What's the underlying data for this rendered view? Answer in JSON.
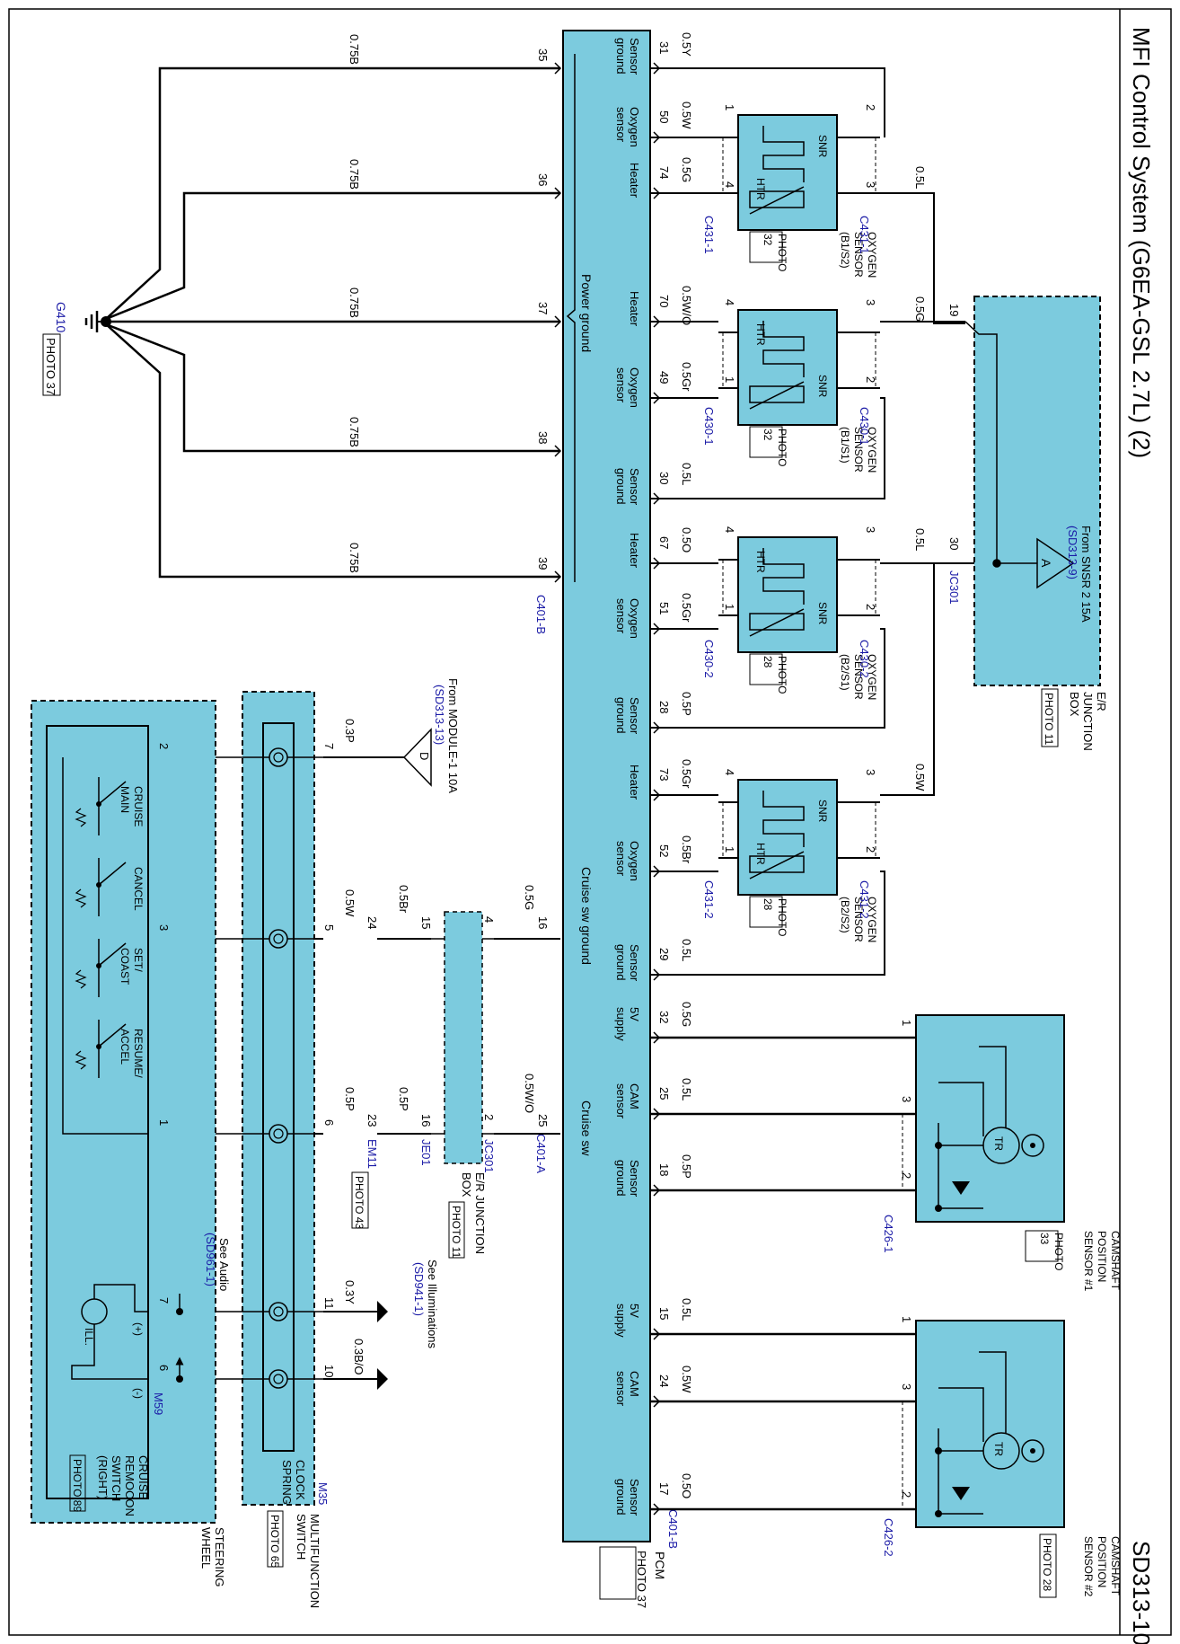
{
  "header": {
    "title": "MFI Control System (G6EA-GSL 2.7L) (2)",
    "code": "SD313-10"
  },
  "pcm": {
    "name": "PCM",
    "photo": "PHOTO 37",
    "power_ground": "Power ground",
    "cruise_sw_ground": "Cruise sw ground",
    "cruise_sw": "Cruise sw"
  },
  "connectors": {
    "c401b": "C401-B",
    "c401a": "C401-A",
    "c431_1": "C431-1",
    "c430_1": "C430-1",
    "c430_2": "C430-2",
    "c431_2": "C431-2",
    "c426_1": "C426-1",
    "c426_2": "C426-2",
    "jc301": "JC301",
    "je01": "JE01",
    "em11": "EM11",
    "m35": "M35",
    "m59": "M59"
  },
  "ground": {
    "name": "G410",
    "photo": "PHOTO 37"
  },
  "ground_wires": [
    {
      "pin": "35",
      "wire": "0.75B"
    },
    {
      "pin": "36",
      "wire": "0.75B"
    },
    {
      "pin": "37",
      "wire": "0.75B"
    },
    {
      "pin": "38",
      "wire": "0.75B"
    },
    {
      "pin": "39",
      "wire": "0.75B"
    }
  ],
  "pcm_pins": [
    {
      "pin": "31",
      "func": [
        "Sensor",
        "ground"
      ],
      "wire": "0.5Y"
    },
    {
      "pin": "50",
      "func": [
        "Oxygen",
        "sensor"
      ],
      "wire": "0.5W"
    },
    {
      "pin": "74",
      "func": [
        "Heater"
      ],
      "wire": "0.5G"
    },
    {
      "pin": "70",
      "func": [
        "Heater"
      ],
      "wire": "0.5W/O"
    },
    {
      "pin": "49",
      "func": [
        "Oxygen",
        "sensor"
      ],
      "wire": "0.5Gr"
    },
    {
      "pin": "30",
      "func": [
        "Sensor",
        "ground"
      ],
      "wire": "0.5L"
    },
    {
      "pin": "67",
      "func": [
        "Heater"
      ],
      "wire": "0.5O"
    },
    {
      "pin": "51",
      "func": [
        "Oxygen",
        "sensor"
      ],
      "wire": "0.5Gr"
    },
    {
      "pin": "28",
      "func": [
        "Sensor",
        "ground"
      ],
      "wire": "0.5P"
    },
    {
      "pin": "73",
      "func": [
        "Heater"
      ],
      "wire": "0.5Gr"
    },
    {
      "pin": "52",
      "func": [
        "Oxygen",
        "sensor"
      ],
      "wire": "0.5Br"
    },
    {
      "pin": "29",
      "func": [
        "Sensor",
        "ground"
      ],
      "wire": "0.5L"
    },
    {
      "pin": "32",
      "func": [
        "5V",
        "supply"
      ],
      "wire": "0.5G"
    },
    {
      "pin": "25",
      "func": [
        "CAM",
        "sensor"
      ],
      "wire": "0.5L"
    },
    {
      "pin": "18",
      "func": [
        "Sensor",
        "ground"
      ],
      "wire": "0.5P"
    },
    {
      "pin": "15",
      "func": [
        "5V",
        "supply"
      ],
      "wire": "0.5L"
    },
    {
      "pin": "24",
      "func": [
        "CAM",
        "sensor"
      ],
      "wire": "0.5W"
    },
    {
      "pin": "17",
      "func": [
        "Sensor",
        "ground"
      ],
      "wire": "0.5O"
    }
  ],
  "oxygen_sensors": [
    {
      "label": [
        "OXYGEN",
        "SENSOR",
        "(B1/S2)"
      ],
      "photo": [
        "PHOTO",
        "32"
      ],
      "top_pins": [
        "2",
        "3"
      ],
      "bottom_pins": [
        "1",
        "4"
      ]
    },
    {
      "label": [
        "OXYGEN",
        "SENSOR",
        "(B1/S1)"
      ],
      "photo": [
        "PHOTO",
        "32"
      ],
      "top_pins": [
        "3",
        "2"
      ],
      "bottom_pins": [
        "4",
        "1"
      ]
    },
    {
      "label": [
        "OXYGEN",
        "SENSOR",
        "(B2/S1)"
      ],
      "photo": [
        "PHOTO",
        "28"
      ],
      "top_pins": [
        "3",
        "2"
      ],
      "bottom_pins": [
        "4",
        "1"
      ]
    },
    {
      "label": [
        "OXYGEN",
        "SENSOR",
        "(B2/S2)"
      ],
      "photo": [
        "PHOTO",
        "28"
      ],
      "top_pins": [
        "3",
        "2"
      ],
      "bottom_pins": [
        "4",
        "1"
      ]
    }
  ],
  "element_labels": {
    "snr": "SNR",
    "htr": "HTR",
    "tr": "TR",
    "ill": "ILL.",
    "plus": "(+)",
    "minus": "(-)"
  },
  "heater_supply_wires": [
    "0.5L",
    "0.5G",
    "0.5L",
    "0.5W"
  ],
  "junction_box": {
    "label": [
      "E/R",
      "JUNCTION",
      "BOX"
    ],
    "photo": "PHOTO 11",
    "pins": [
      "19",
      "30"
    ],
    "fuse": [
      "From SNSR 2 15A",
      "(SD313-9)"
    ],
    "fuse_mark": "A"
  },
  "camshaft_sensors": [
    {
      "label": [
        "CAMSHAFT",
        "POSITION",
        "SENSOR #1"
      ],
      "photo": [
        "PHOTO",
        "33"
      ],
      "pins": [
        "1",
        "3",
        "2"
      ]
    },
    {
      "label": [
        "CAMSHAFT",
        "POSITION",
        "SENSOR #2"
      ],
      "photo": "PHOTO 28",
      "pins": [
        "1",
        "3",
        "2"
      ]
    }
  ],
  "cruise": {
    "module_feed": [
      "From MODULE-1 10A",
      "(SD313-13)"
    ],
    "module_mark": "D",
    "pins_c401a": [
      "16",
      "25"
    ],
    "wires_pcm": [
      "0.5G",
      "0.5W/O"
    ],
    "jb_pins_top": [
      "4",
      "2"
    ],
    "jb_pins_bottom": [
      "15",
      "16"
    ],
    "wires_mid": [
      "0.5Br",
      "0.5P"
    ],
    "em11_pins": [
      "24",
      "23"
    ],
    "wires_low": [
      "0.5W",
      "0.5P"
    ],
    "feed_wire": "0.3P",
    "jb_label": [
      "E/R JUNCTION",
      "BOX"
    ],
    "jb_photo": "PHOTO 11",
    "em11_photo": "PHOTO 43"
  },
  "clock_spring": {
    "label": [
      "CLOCK",
      "SPRING"
    ],
    "switch_label": [
      "MULTIFUNCTION",
      "SWITCH"
    ],
    "photo": "PHOTO 65",
    "pins": [
      "7",
      "5",
      "6",
      "11",
      "10"
    ]
  },
  "remocon": {
    "label": [
      "CRUISE",
      "REMOCON",
      "SWITCH",
      "(RIGHT)"
    ],
    "photo": "PHOTO 89",
    "steering": [
      "STEERING",
      "WHEEL"
    ],
    "pins": [
      "2",
      "3",
      "1",
      "7",
      "6"
    ],
    "switches": [
      [
        "CRUISE",
        "MAIN"
      ],
      [
        "CANCEL"
      ],
      [
        "SET/",
        "COAST"
      ],
      [
        "RESUME/",
        "ACCEL"
      ]
    ]
  },
  "illumination": {
    "wires": [
      "0.3Y",
      "0.3B/O"
    ],
    "see_illum": [
      "See Illuminations",
      "(SD941-1)"
    ],
    "see_audio": [
      "See Audio",
      "(SD961-1)"
    ]
  },
  "colors": {
    "panel": "#7ccbde",
    "ink": "#000000",
    "blue_text": "#1a1aa6"
  }
}
